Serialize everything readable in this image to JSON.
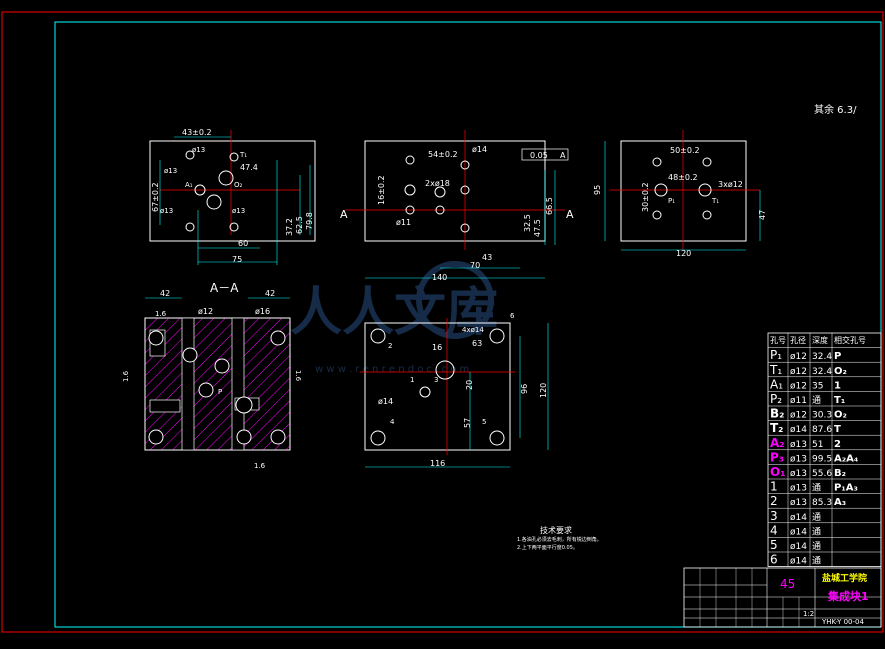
{
  "colors": {
    "background": "#000000",
    "border": "#ff0000",
    "frame": "#00ffff",
    "outline": "#ffffff",
    "dim": "#00ffff",
    "center": "#ff0000",
    "hatch": "#ff00ff",
    "magenta": "#ff00ff",
    "yellow": "#ffff00",
    "watermark": "#1e3a5f"
  },
  "corner_note": "其余 6.3/",
  "view1": {
    "dims": [
      "43±0.2",
      "47.4",
      "60",
      "75",
      "67±0.2",
      "37.2",
      "62.5",
      "79.8"
    ],
    "holes": [
      "ø13",
      "ø13",
      "ø13",
      "ø13",
      "T₁",
      "A₁",
      "O₂"
    ]
  },
  "view2": {
    "dims": [
      "54±0.2",
      "16±0.2",
      "2xø18",
      "ø14",
      "ø11",
      "32.5",
      "47.5",
      "66.5",
      "70",
      "140",
      "43"
    ],
    "tolerance": "0.05",
    "datum": "A",
    "section_label": "A"
  },
  "view3": {
    "dims": [
      "50±0.2",
      "48±0.2",
      "30±0.2",
      "3xø12",
      "95",
      "120",
      "47"
    ],
    "holes": [
      "P₁",
      "T₁"
    ]
  },
  "section": {
    "title": "A－A",
    "dims": [
      "42",
      "42",
      "ø12",
      "ø16",
      "1.6",
      "1.6",
      "1.6",
      "1.6"
    ],
    "holes": [
      "P"
    ]
  },
  "view5": {
    "dims": [
      "4xø14",
      "63",
      "ø14",
      "16",
      "57",
      "20",
      "116",
      "96",
      "120"
    ],
    "labels": [
      "2",
      "6",
      "3",
      "4",
      "5",
      "1"
    ]
  },
  "tech": {
    "title": "技术要求",
    "lines": [
      "1.各油孔必须去毛刺，所有锐边倒角。",
      "2.上下两平面平行度0.05。"
    ]
  },
  "hole_table": {
    "headers": [
      "孔号",
      "孔径",
      "深度",
      "相交孔号"
    ],
    "rows": [
      [
        "P₁",
        "ø12",
        "32.4",
        "P"
      ],
      [
        "T₁",
        "ø12",
        "32.4",
        "O₂"
      ],
      [
        "A₁",
        "ø12",
        "35",
        "1"
      ],
      [
        "P₂",
        "ø11",
        "通",
        "T₁"
      ],
      [
        "B₂",
        "ø12",
        "30.3",
        "O₂"
      ],
      [
        "T₂",
        "ø14",
        "87.6",
        "T"
      ],
      [
        "A₂",
        "ø13",
        "51",
        "2"
      ],
      [
        "P₃",
        "ø13",
        "99.5",
        "A₂A₄"
      ],
      [
        "O₁",
        "ø13",
        "55.6",
        "B₂"
      ],
      [
        "1",
        "ø13",
        "通",
        "P₁A₃"
      ],
      [
        "2",
        "ø13",
        "85.3",
        "A₃"
      ],
      [
        "3",
        "ø14",
        "通",
        ""
      ],
      [
        "4",
        "ø14",
        "通",
        ""
      ],
      [
        "5",
        "ø14",
        "通",
        ""
      ],
      [
        "6",
        "ø14",
        "通",
        ""
      ]
    ]
  },
  "title_block": {
    "material": "45",
    "school": "盐城工学院",
    "part_name": "集成块1",
    "scale": "1:2",
    "drawing_no": "YHK-Y 00-04"
  },
  "watermark": {
    "text": "人人文库",
    "url": "w w w . r e n r e n d o c . c o m"
  }
}
